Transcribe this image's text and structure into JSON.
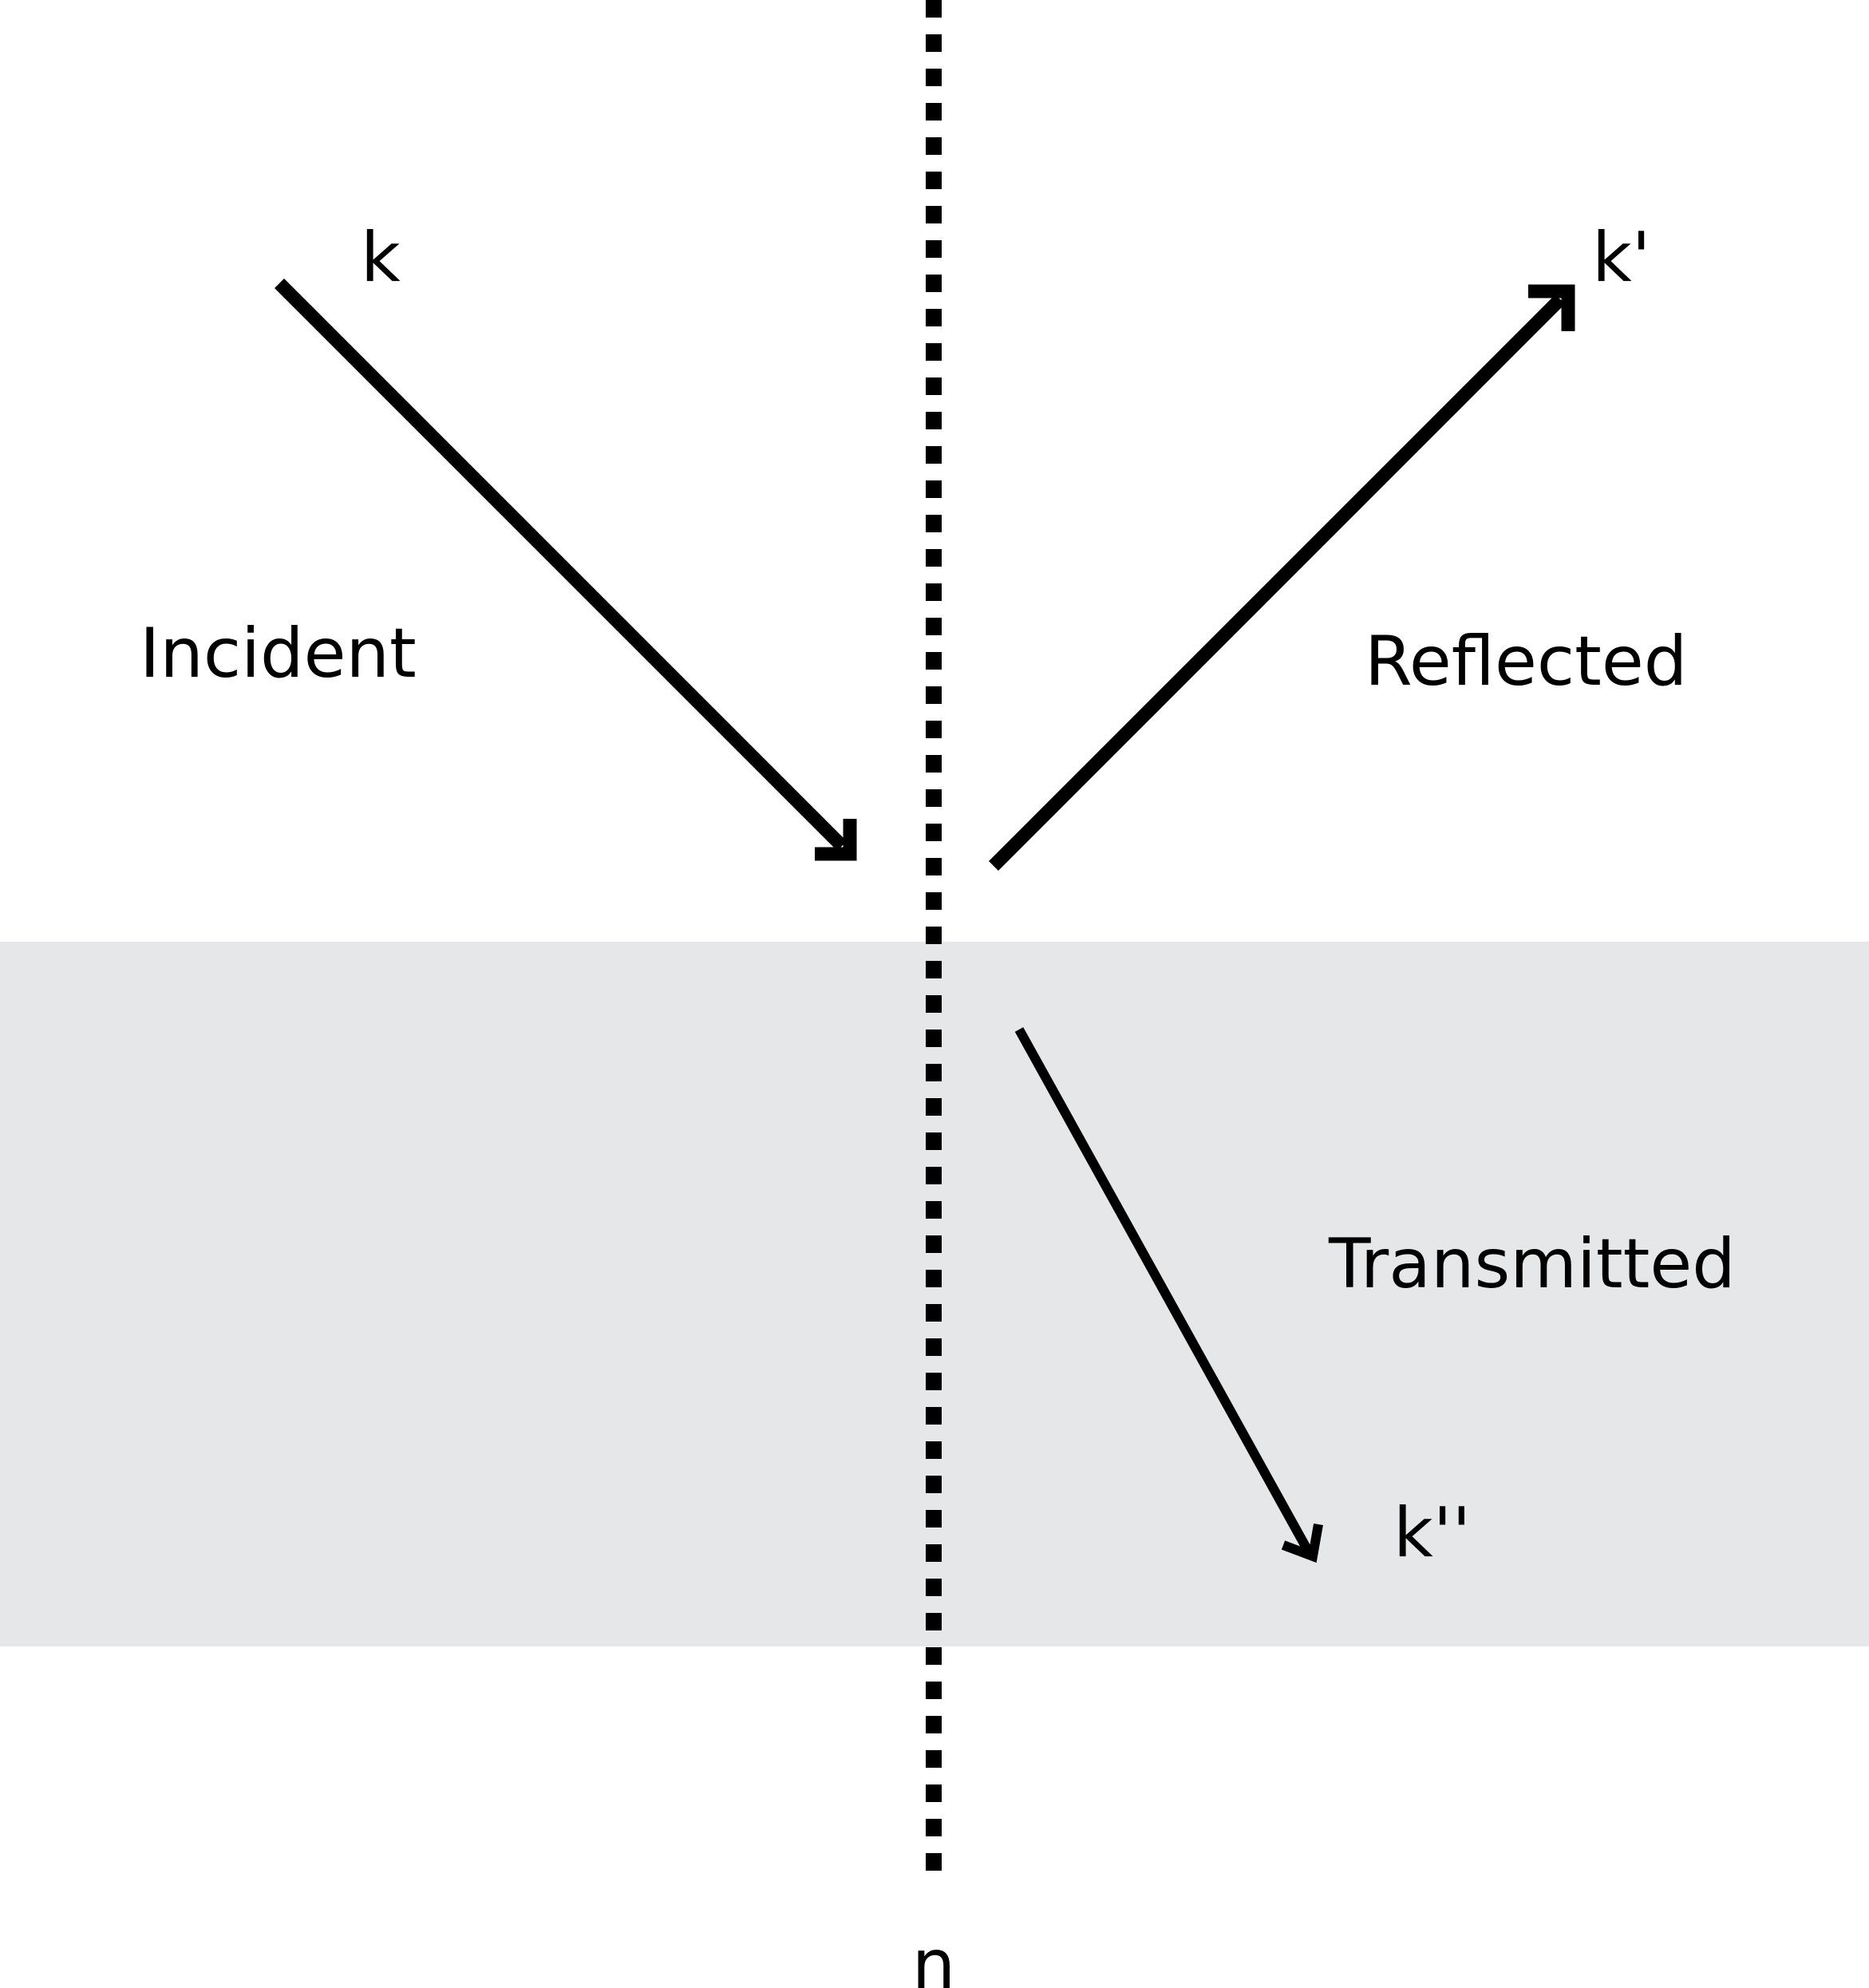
{
  "diagram": {
    "labels": {
      "incident_vector": "k",
      "reflected_vector": "k'",
      "transmitted_vector": "k''",
      "incident": "Incident",
      "reflected": "Reflected",
      "transmitted": "Transmitted",
      "normal": "n"
    },
    "colors": {
      "background": "#ffffff",
      "medium": "#e6e7e9",
      "stroke": "#000000"
    }
  }
}
